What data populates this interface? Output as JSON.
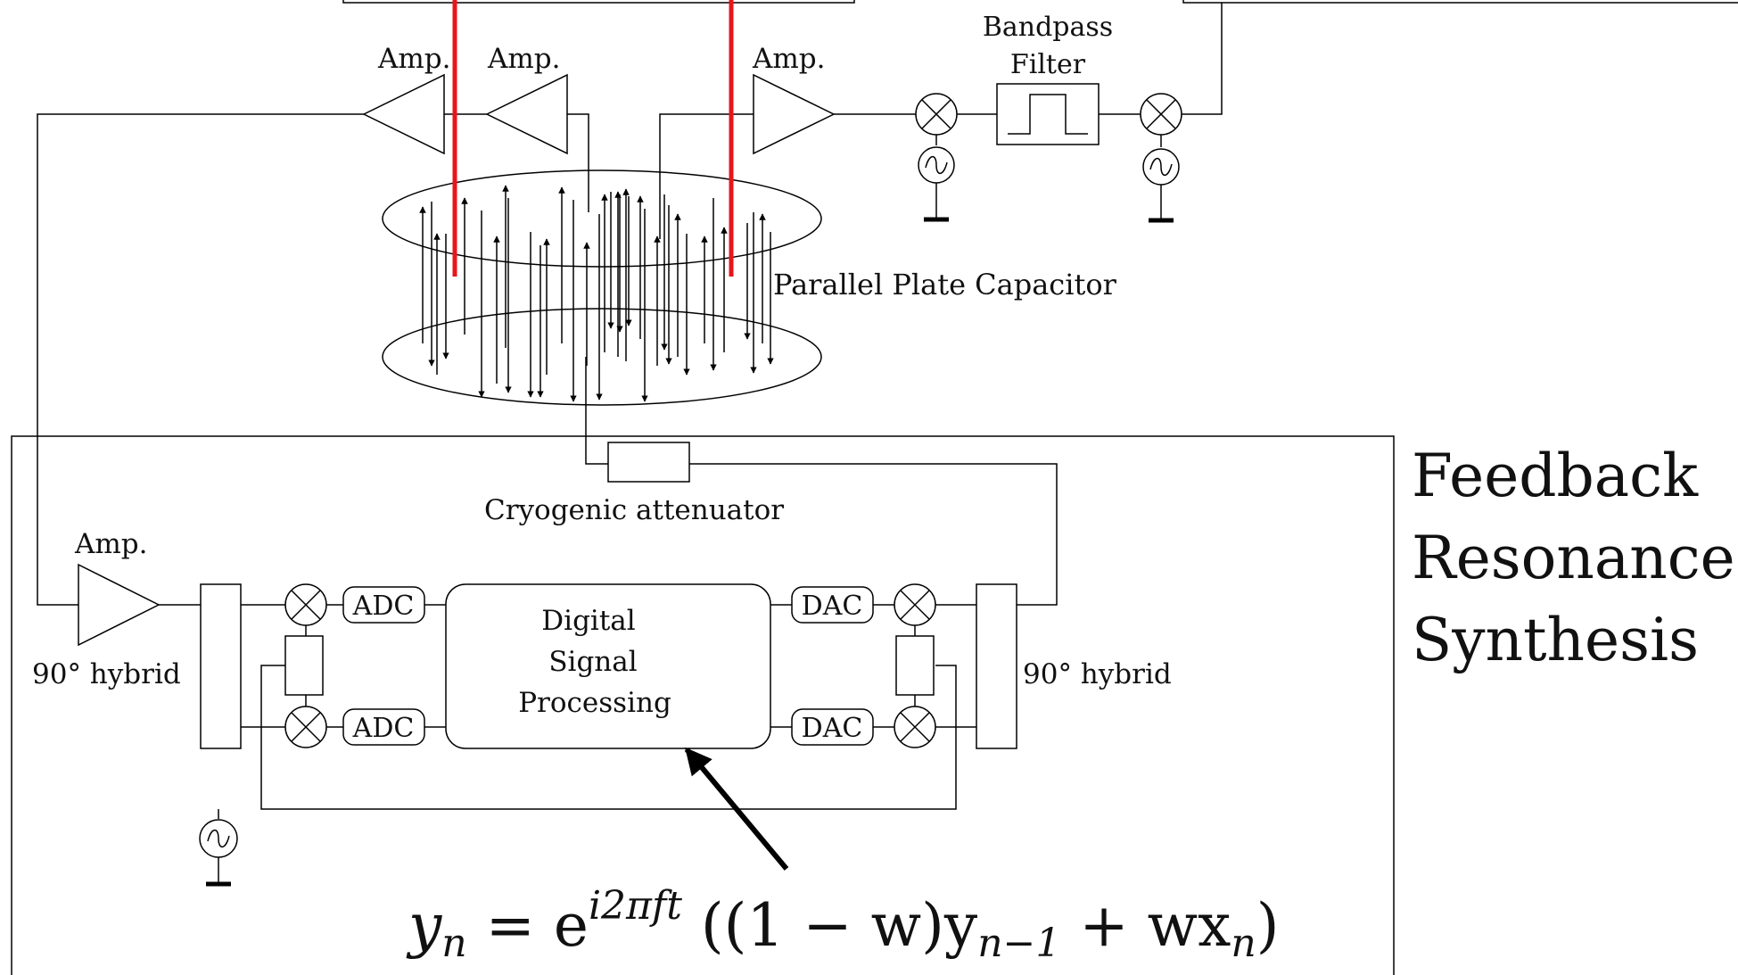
{
  "labels": {
    "amp_1": "Amp.",
    "amp_2": "Amp.",
    "amp_3": "Amp.",
    "amp_4": "Amp.",
    "bandpass_line1": "Bandpass",
    "bandpass_line2": "Filter",
    "capacitor": "Parallel Plate Capacitor",
    "attenuator": "Cryogenic attenuator",
    "hybrid_left": "90° hybrid",
    "hybrid_right": "90° hybrid",
    "adc_top": "ADC",
    "adc_bottom": "ADC",
    "dac_top": "DAC",
    "dac_bottom": "DAC",
    "dsp_line1": "Digital",
    "dsp_line2": "Signal",
    "dsp_line3": "Processing",
    "feedback_line1": "Feedback",
    "feedback_line2": "Resonance",
    "feedback_line3": "Synthesis"
  },
  "equation": {
    "y": "y",
    "y_sub": "n",
    "equals": " = e",
    "exp": "i2πft",
    "body": " ((1 − w)y",
    "body_sub": "n−1",
    "plus": " + wx",
    "x_sub": "n",
    "close": ")"
  },
  "colors": {
    "line": "#000000",
    "probe": "#e8151b",
    "background": "#ffffff"
  }
}
